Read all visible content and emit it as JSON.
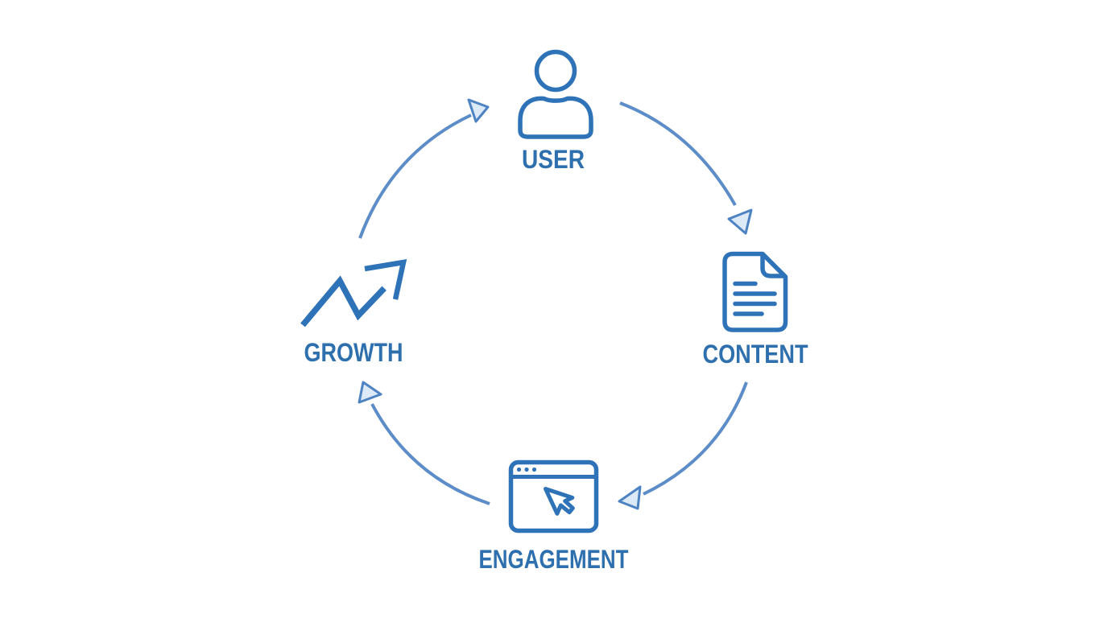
{
  "diagram": {
    "type": "cycle",
    "nodes": [
      {
        "id": "user",
        "label": "USER",
        "icon": "user-icon",
        "position": "top"
      },
      {
        "id": "content",
        "label": "CONTENT",
        "icon": "document-icon",
        "position": "right"
      },
      {
        "id": "engagement",
        "label": "ENGAGEMENT",
        "icon": "browser-cursor-icon",
        "position": "bottom"
      },
      {
        "id": "growth",
        "label": "GROWTH",
        "icon": "trending-up-icon",
        "position": "left"
      }
    ],
    "edges": [
      {
        "from": "USER",
        "to": "CONTENT"
      },
      {
        "from": "CONTENT",
        "to": "ENGAGEMENT"
      },
      {
        "from": "ENGAGEMENT",
        "to": "GROWTH"
      },
      {
        "from": "GROWTH",
        "to": "USER"
      }
    ],
    "colors": {
      "background": "#ffffff",
      "icon_stroke": "#2e73b8",
      "label_text": "#2e6fad",
      "arc_stroke": "#5d8dc8",
      "arrowhead_fill": "#dce9f7",
      "arrowhead_stroke": "#4d82c3"
    }
  }
}
